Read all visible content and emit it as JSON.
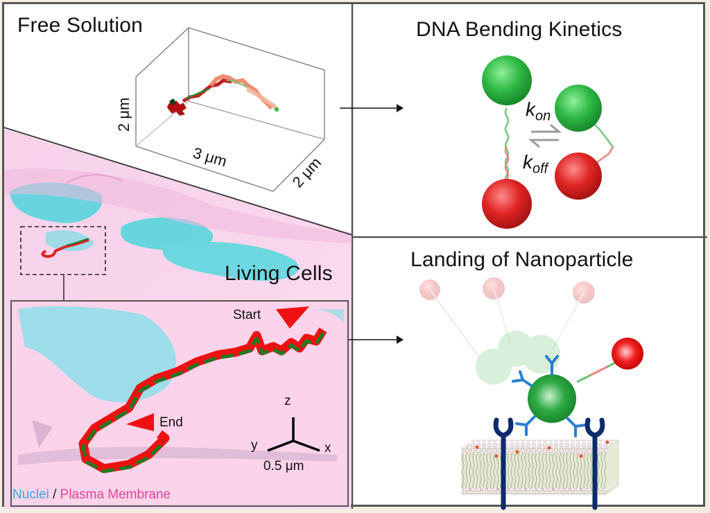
{
  "panels": {
    "free_solution": {
      "title": "Free Solution",
      "axis_labels": {
        "z": "2 μm",
        "x": "3 μm",
        "y": "2 μm"
      }
    },
    "dna_bending": {
      "title": "DNA Bending Kinetics",
      "rate_on": {
        "k": "k",
        "sub": "on"
      },
      "rate_off": {
        "k": "k",
        "sub": "off"
      }
    },
    "living_cells": {
      "title": "Living Cells",
      "start_label": "Start",
      "end_label": "End",
      "axes": {
        "z": "z",
        "y": "y",
        "x": "x"
      },
      "scale": "0.5 μm",
      "legend": {
        "nuclei": "Nuclei",
        "separator": "/",
        "membrane": "Plasma Membrane"
      }
    },
    "landing": {
      "title": "Landing of Nanoparticle"
    }
  },
  "colors": {
    "frame": "#555555",
    "green": "#22b03a",
    "red": "#e02020",
    "nuclei": "#3aa8d8",
    "membrane": "#e0459a",
    "antibody": "#2a7fd0",
    "receptor": "#0d2a6a"
  }
}
